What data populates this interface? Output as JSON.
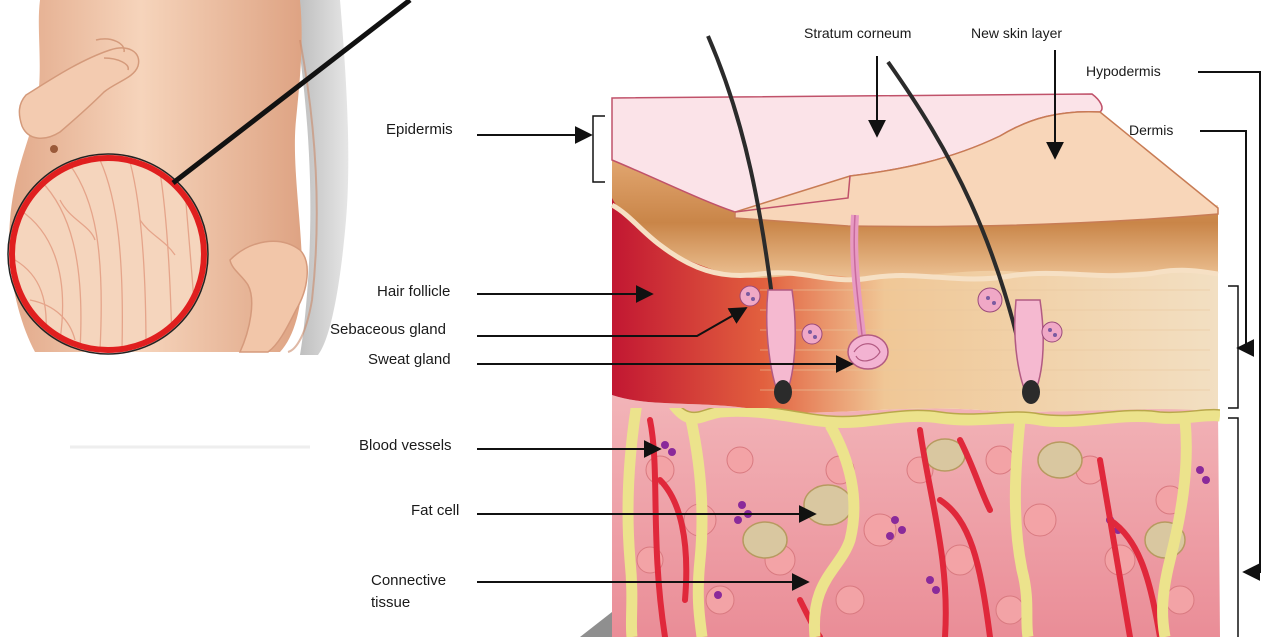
{
  "labels": {
    "stratum_corneum": "Stratum corneum",
    "new_skin_layer": "New skin layer",
    "hypodermis": "Hypodermis",
    "dermis": "Dermis",
    "epidermis": "Epidermis",
    "hair_follicle": "Hair follicle",
    "sebaceous_gland": "Sebaceous gland",
    "sweat_gland": "Sweat gland",
    "blood_vessels": "Blood vessels",
    "fat_cell": "Fat cell",
    "connective_tissue_1": "Connective",
    "connective_tissue_2": "tissue"
  },
  "colors": {
    "ring": "#e01f1f",
    "skin": "#f1c4a4",
    "stratum": "#fbe3e8",
    "new_layer": "#f8d6b9",
    "dermis": "#efd1aa",
    "hypodermis": "#f0a8ad",
    "connective": "#ece38c",
    "vessel": "#e0283b",
    "hair": "#2b2b2b"
  },
  "icons": [
    "pregnant-torso-illustration",
    "skin-cross-section-illustration",
    "stretch-mark-magnifier-ring"
  ]
}
